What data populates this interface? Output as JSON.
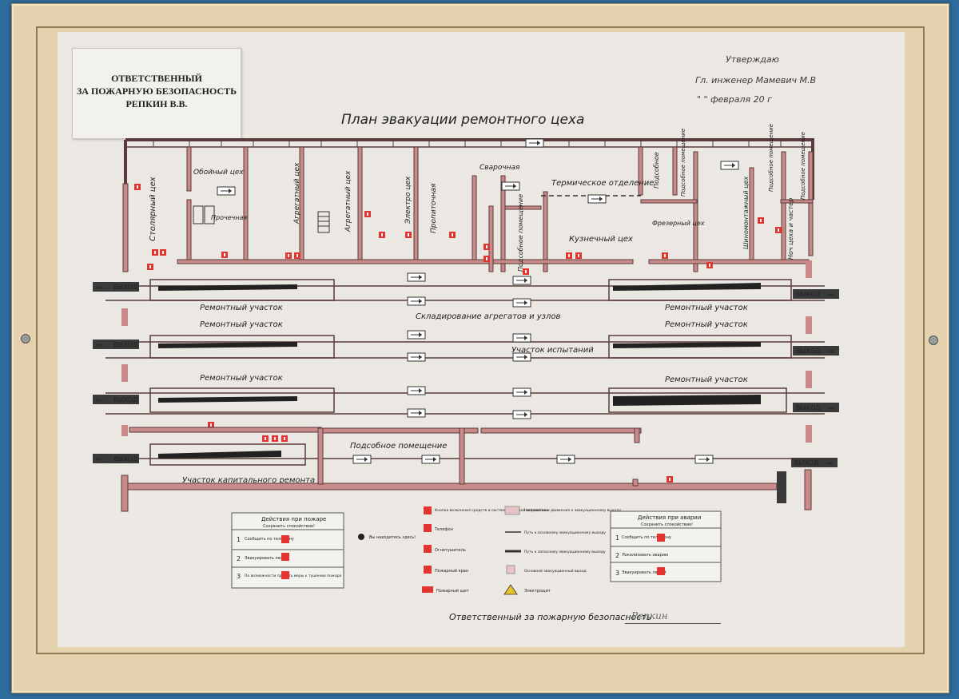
{
  "responsible_note": {
    "line1": "ОТВЕТСТВЕННЫЙ",
    "line2": "ЗА ПОЖАРНУЮ БЕЗОПАСНОСТЬ",
    "line3": "РЕПКИН В.В."
  },
  "approval": {
    "line1": "Утверждаю",
    "line2": "Гл. инженер Мамевич М.В",
    "line3": "\"  \" февраля 20   г"
  },
  "plan_title": "План эвакуации ремонтного цеха",
  "rooms": {
    "stolyarny": "Столярный цех",
    "obmoyny": "Обойный цех",
    "prochie": "Прочечная",
    "agregatny1": "Агрегатный цех",
    "agregatny2": "Агрегатный цех",
    "elektro": "Электро цех",
    "propitochnaya": "Пропиточная",
    "svarochnaya": "Сварочная",
    "podsobnoe1": "Подсобное помещение",
    "termicheskoe": "Термическое отделение",
    "kuznechny": "Кузнечный цех",
    "podsobnoe2": "Подсобное",
    "podsobnoe3": "Подсобное помещение",
    "frezerny": "Фрезерный цех",
    "shinomontazhny": "Шиномонтажный цех",
    "podsobnoe4": "Подсобное помещение",
    "podsobnoe5": "Подсобное помещение",
    "noch": "Ноч цеха и частер"
  },
  "areas": {
    "remont1": "Ремонтный участок",
    "remont2": "Ремонтный участок",
    "remont3": "Ремонтный участок",
    "remont4": "Ремонтный участок",
    "remont5": "Ремонтный участок",
    "remont6": "Ремонтный участок",
    "skladirovanie": "Складирование агрегатов и узлов",
    "ispytaniy": "Участок испытаний",
    "podsobnoe_pom": "Подсобное помещение",
    "kapremont": "Участок капитального ремонта"
  },
  "exit_label": "ВЫХОД",
  "legend_fire": {
    "title": "Действия при пожаре",
    "subtitle": "Сохранить спокойствие!",
    "steps": [
      {
        "num": "1",
        "text": "Сообщить по телефону"
      },
      {
        "num": "2",
        "text": "Эвакуировать людей"
      },
      {
        "num": "3",
        "text": "По возможности принять меры к тушению пожара"
      }
    ]
  },
  "legend_here": "Вы находитесь здесь!",
  "legend_items": [
    {
      "text": "Кнопка включения средств и систем пожарной автоматики"
    },
    {
      "text": "Телефон"
    },
    {
      "text": "Огнетушитель"
    },
    {
      "text": "Пожарный кран"
    },
    {
      "text": "Пожарный щит"
    }
  ],
  "legend_items2": [
    {
      "text": "Направление движения к эвакуационному выходу"
    },
    {
      "text": "Путь к основному эвакуационному выходу"
    },
    {
      "text": "Путь к запасному эвакуационному выходу"
    },
    {
      "text": "Основной эвакуационный выход"
    },
    {
      "text": "Электрощит"
    }
  ],
  "legend_accident": {
    "title": "Действия при аварии",
    "subtitle": "Сохранить спокойствие!",
    "steps": [
      {
        "num": "1",
        "text": "Сообщить по телефону"
      },
      {
        "num": "2",
        "text": "Локализовать аварию"
      },
      {
        "num": "3",
        "text": "Эвакуировать людей"
      }
    ]
  },
  "signature": {
    "label": "Ответственный за пожарную безопасность",
    "name": "Репкин"
  },
  "colors": {
    "wall": "#5a3a3a",
    "fill_pink": "#c98a8a",
    "red": "#e2352f",
    "poster": "#ebe8e3"
  }
}
